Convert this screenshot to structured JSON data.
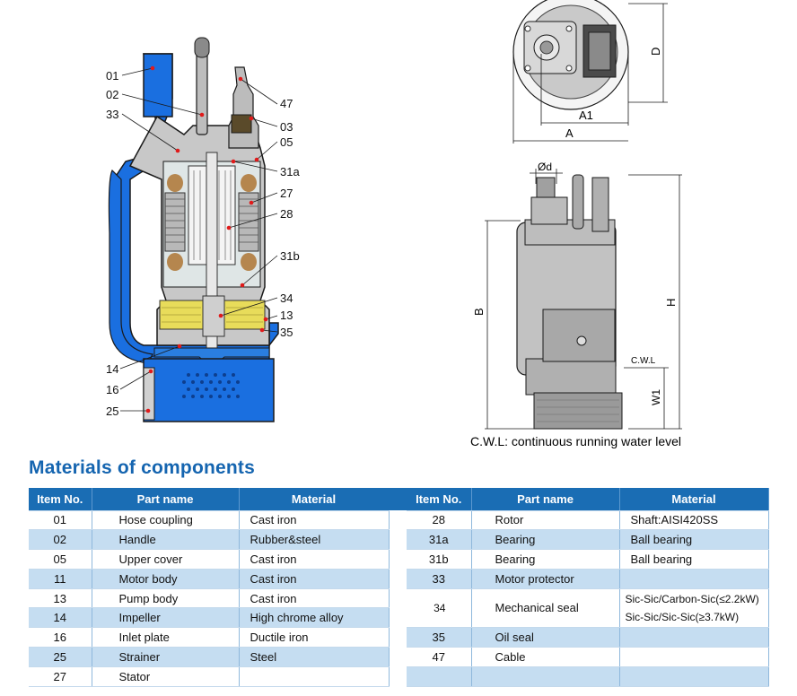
{
  "cutaway": {
    "callouts_left": [
      "01",
      "02",
      "33",
      "14",
      "16",
      "25"
    ],
    "callouts_right": [
      "47",
      "03",
      "05",
      "31a",
      "27",
      "28",
      "31b",
      "34",
      "13",
      "35"
    ]
  },
  "top_view": {
    "dim_a1": "A1",
    "dim_a": "A",
    "dim_d": "D"
  },
  "side_view": {
    "dim_od": "Ød",
    "dim_b": "B",
    "dim_h": "H",
    "dim_w1": "W1",
    "cwl_mark": "C.W.L"
  },
  "cwl_caption": "C.W.L: continuous running water level",
  "section_title": "Materials of components",
  "table": {
    "headers": [
      "Item No.",
      "Part name",
      "Material"
    ],
    "left_rows": [
      {
        "no": "01",
        "part": "Hose coupling",
        "material": "Cast iron"
      },
      {
        "no": "02",
        "part": "Handle",
        "material": "Rubber&steel"
      },
      {
        "no": "05",
        "part": "Upper cover",
        "material": "Cast iron"
      },
      {
        "no": "11",
        "part": "Motor body",
        "material": "Cast iron"
      },
      {
        "no": "13",
        "part": "Pump body",
        "material": "Cast iron"
      },
      {
        "no": "14",
        "part": "Impeller",
        "material": "High chrome alloy"
      },
      {
        "no": "16",
        "part": "Inlet plate",
        "material": "Ductile iron"
      },
      {
        "no": "25",
        "part": "Strainer",
        "material": "Steel"
      },
      {
        "no": "27",
        "part": "Stator",
        "material": ""
      }
    ],
    "right_rows": [
      {
        "no": "28",
        "part": "Rotor",
        "material": "Shaft:AISI420SS"
      },
      {
        "no": "31a",
        "part": "Bearing",
        "material": "Ball bearing"
      },
      {
        "no": "31b",
        "part": "Bearing",
        "material": "Ball bearing"
      },
      {
        "no": "33",
        "part": "Motor protector",
        "material": ""
      },
      {
        "no": "34",
        "part": "Mechanical seal",
        "material_line1": "Sic-Sic/Carbon-Sic(≤2.2kW)",
        "material_line2": "Sic-Sic/Sic-Sic(≥3.7kW)"
      },
      {
        "no": "35",
        "part": "Oil seal",
        "material": ""
      },
      {
        "no": "47",
        "part": "Cable",
        "material": ""
      },
      {
        "no": "",
        "part": "",
        "material": ""
      }
    ]
  }
}
